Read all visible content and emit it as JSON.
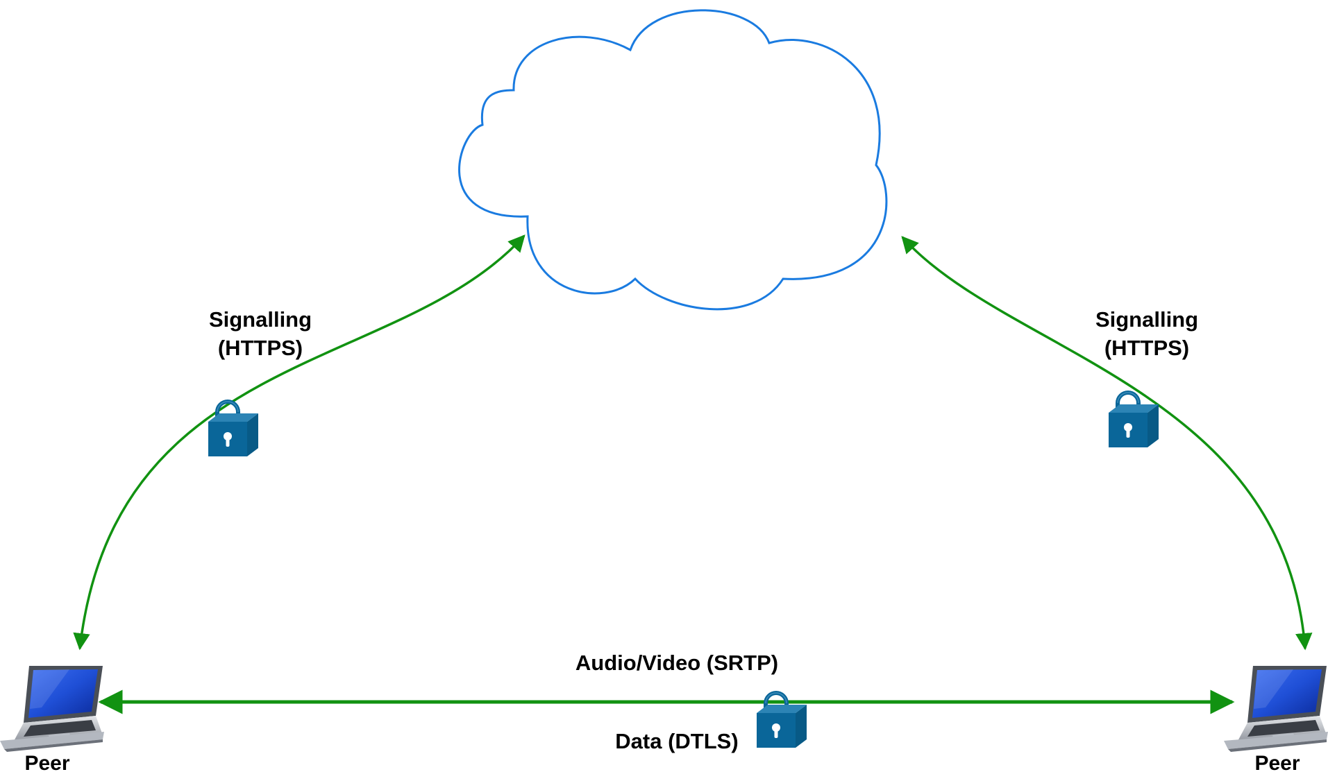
{
  "colors": {
    "cloud_stroke": "#1a7be0",
    "link": "#119211",
    "lock_body": "#0a6699",
    "lock_side": "#085a86",
    "laptop_screen": "#1f4fd6"
  },
  "cloud": {
    "label": ""
  },
  "signalling_left": {
    "line1": "Signalling",
    "line2": "(HTTPS)",
    "lock_icon": "padlock-icon"
  },
  "signalling_right": {
    "line1": "Signalling",
    "line2": "(HTTPS)",
    "lock_icon": "padlock-icon"
  },
  "media_link": {
    "label_top": "Audio/Video (SRTP)",
    "label_bottom": "Data (DTLS)",
    "lock_icon": "padlock-icon"
  },
  "peers": [
    {
      "label": "Peer",
      "icon": "laptop-icon"
    },
    {
      "label": "Peer",
      "icon": "laptop-icon"
    }
  ]
}
